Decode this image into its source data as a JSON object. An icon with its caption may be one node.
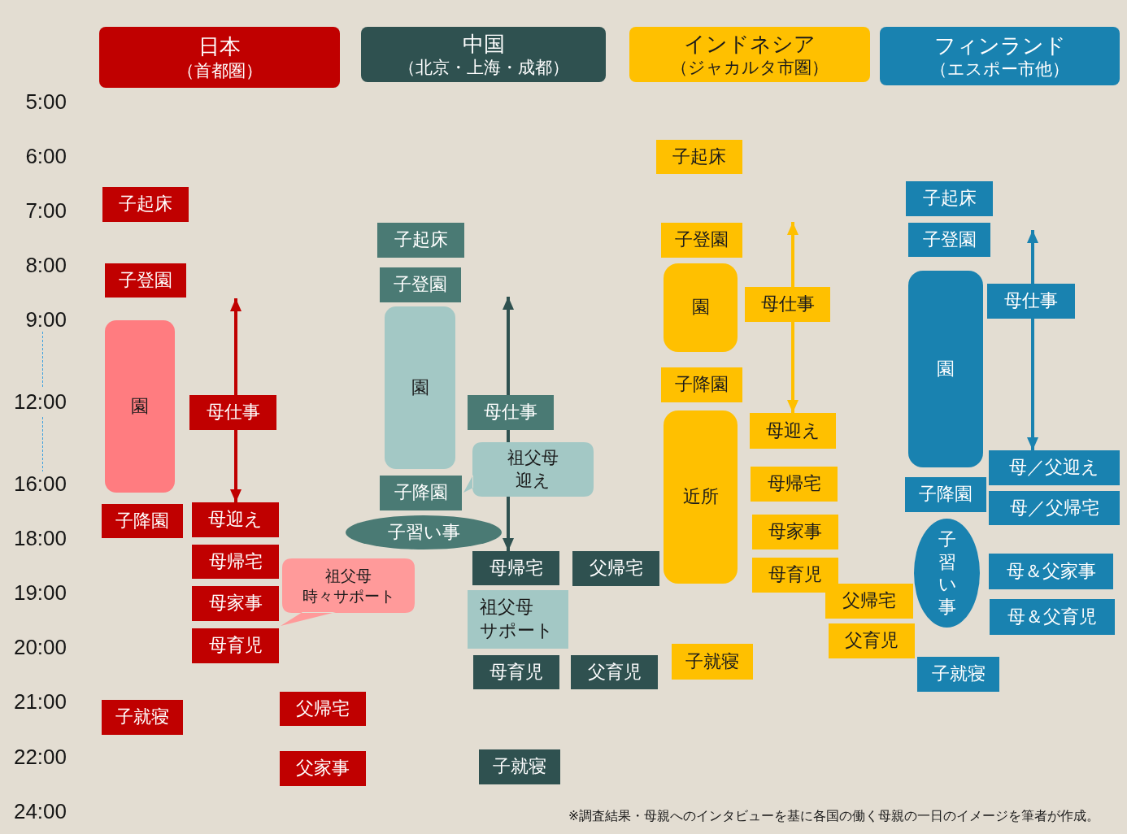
{
  "diagram": {
    "caption": "※調査結果・母親へのインタビューを基に各国の働く母親の一日のイメージを筆者が作成。",
    "nodes": [
      {
        "text": [
          "日本",
          "（首都圏）"
        ]
      },
      {
        "text": [
          "中国",
          "（北京・上海・成都）"
        ]
      },
      {
        "text": [
          "インドネシア",
          "（ジャカルタ市圏）"
        ]
      },
      {
        "text": [
          "フィンランド",
          "（エスポー市他）"
        ]
      },
      {
        "text": [
          "子起床"
        ]
      },
      {
        "text": [
          "子登園"
        ]
      },
      {
        "text": [
          "園"
        ]
      },
      {
        "text": [
          "母仕事"
        ]
      },
      {
        "text": [
          "子降園"
        ]
      },
      {
        "text": [
          "母迎え"
        ]
      },
      {
        "text": [
          "母帰宅"
        ]
      },
      {
        "text": [
          "祖父母時々サポート"
        ]
      },
      {
        "text": [
          "母家事"
        ]
      },
      {
        "text": [
          "母育児"
        ]
      },
      {
        "text": [
          "子就寝"
        ]
      },
      {
        "text": [
          "父帰宅"
        ]
      },
      {
        "text": [
          "父家事"
        ]
      },
      {
        "text": [
          "子起床"
        ]
      },
      {
        "text": [
          "子登園"
        ]
      },
      {
        "text": [
          "園"
        ]
      },
      {
        "text": [
          "母仕事"
        ]
      },
      {
        "text": [
          "祖父母迎え"
        ]
      },
      {
        "text": [
          "子降園"
        ]
      },
      {
        "text": [
          "子習い事"
        ]
      },
      {
        "text": [
          "母帰宅"
        ]
      },
      {
        "text": [
          "父帰宅"
        ]
      },
      {
        "text": [
          "祖父母サポート"
        ]
      },
      {
        "text": [
          "母育児"
        ]
      },
      {
        "text": [
          "父育児"
        ]
      },
      {
        "text": [
          "子就寝"
        ]
      },
      {
        "text": [
          "子起床"
        ]
      },
      {
        "text": [
          "子登園"
        ]
      },
      {
        "text": [
          "園"
        ]
      },
      {
        "text": [
          "母仕事"
        ]
      },
      {
        "text": [
          "子降園"
        ]
      },
      {
        "text": [
          "近所"
        ]
      },
      {
        "text": [
          "母迎え"
        ]
      },
      {
        "text": [
          "母帰宅"
        ]
      },
      {
        "text": [
          "母家事"
        ]
      },
      {
        "text": [
          "母育児"
        ]
      },
      {
        "text": [
          "父帰宅"
        ]
      },
      {
        "text": [
          "父育児"
        ]
      },
      {
        "text": [
          "子就寝"
        ]
      },
      {
        "text": [
          "子起床"
        ]
      },
      {
        "text": [
          "子登園"
        ]
      },
      {
        "text": [
          "園"
        ]
      },
      {
        "text": [
          "母仕事"
        ]
      },
      {
        "text": [
          "母／父迎え"
        ]
      },
      {
        "text": [
          "子降園"
        ]
      },
      {
        "text": [
          "母／父帰宅"
        ]
      },
      {
        "text": [
          "子習い事"
        ]
      },
      {
        "text": [
          "母＆父家事"
        ]
      },
      {
        "text": [
          "母＆父育児"
        ]
      },
      {
        "text": [
          "子就寝"
        ]
      }
    ],
    "edges": [
      {
        "from": 7,
        "to": null,
        "arrow": "to",
        "color": "#c00000"
      },
      {
        "from": 7,
        "to": 9,
        "arrow": "to",
        "color": "#c00000"
      },
      {
        "from": 20,
        "to": null,
        "arrow": "to",
        "color": "#2f5150"
      },
      {
        "from": 20,
        "to": 21,
        "arrow": "none",
        "color": "#2f5150"
      },
      {
        "from": 21,
        "to": 24,
        "arrow": "to",
        "color": "#2f5150"
      },
      {
        "from": 33,
        "to": null,
        "arrow": "to",
        "color": "#ffc000"
      },
      {
        "from": 33,
        "to": 36,
        "arrow": "to",
        "color": "#ffc000"
      },
      {
        "from": 46,
        "to": null,
        "arrow": "to",
        "color": "#1982b0"
      },
      {
        "from": 46,
        "to": 47,
        "arrow": "to",
        "color": "#1982b0"
      }
    ],
    "labels": [
      "5:00",
      "6:00",
      "7:00",
      "8:00",
      "9:00",
      "12:00",
      "16:00",
      "18:00",
      "19:00",
      "20:00",
      "21:00",
      "22:00",
      "24:00"
    ]
  }
}
